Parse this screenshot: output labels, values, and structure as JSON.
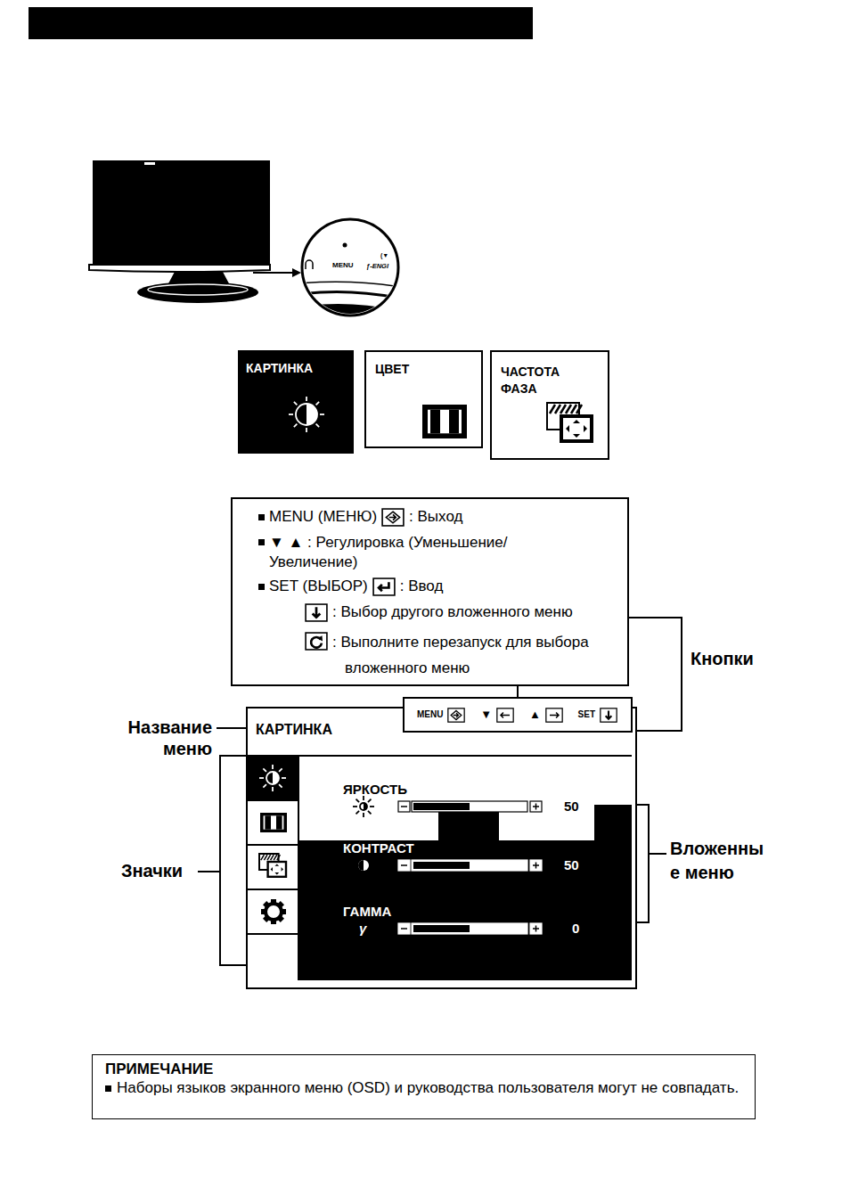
{
  "diagram": {
    "nodes": [
      {
        "text": [
          "КАРТИНКА"
        ]
      },
      {
        "text": [
          "ЦВЕТ"
        ]
      },
      {
        "text": [
          "ЧАСТОТА ФАЗА"
        ]
      },
      {
        "text": [
          "MENU (МЕНЮ)",
          ": Выход",
          "▼ ▲ : Регулировка (Уменьшение/Увеличение)",
          "SET (ВЫБОР)",
          ": Ввод",
          ": Выбор другого вложенного меню",
          ": Выполните перезапуск для выбора вложенного меню"
        ]
      },
      {
        "text": [
          "КАРТИНКА"
        ]
      },
      {
        "text": [
          "MENU",
          "▼",
          "▲",
          "SET"
        ],
        "in": 4
      },
      {
        "text": [
          "ПРИМЕЧАНИЕ",
          "Наборы языков экранного меню (OSD) и руководства пользователя могут не совпадать."
        ]
      }
    ],
    "edges": [
      {
        "from": 3,
        "to": 5,
        "arrow": "none"
      }
    ],
    "labels": [
      "MENU",
      "(▼",
      "ƒ-ENGI",
      "Название меню",
      "Кнопки",
      "Значки",
      "Вложенны е меню",
      "ЯРКОСТЬ",
      "50",
      "КОНТРАСТ",
      "50",
      "ГАММА",
      "0",
      "γ"
    ]
  }
}
